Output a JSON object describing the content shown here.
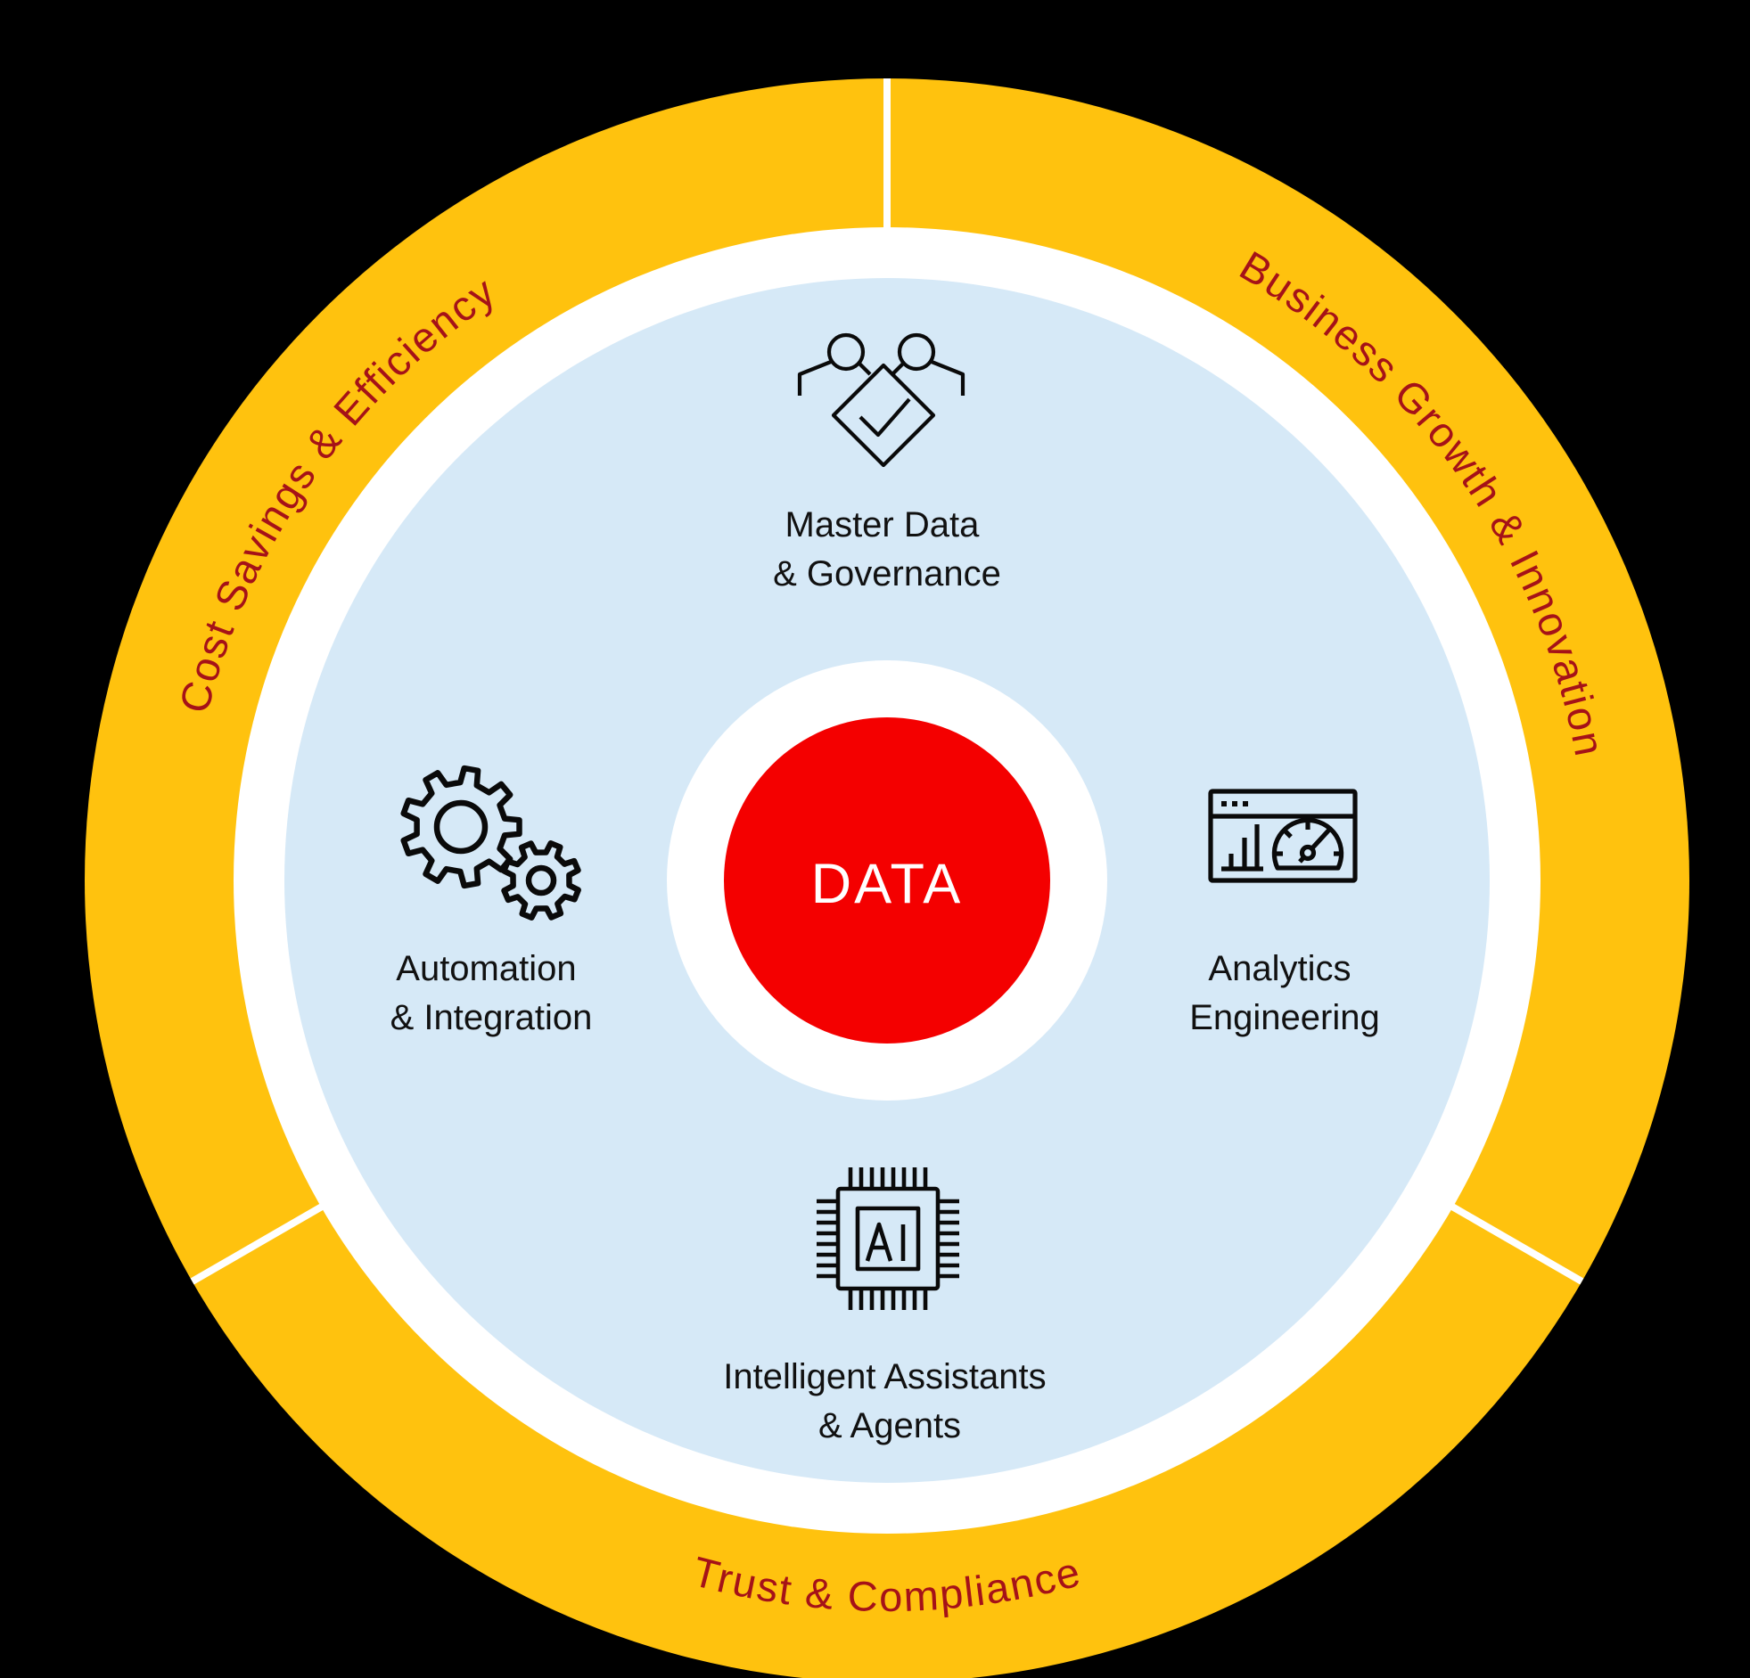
{
  "diagram": {
    "center_label": "DATA",
    "ring_segments": [
      {
        "label": "Cost Savings & Efficiency",
        "position": "upper-left"
      },
      {
        "label": "Business Growth & Innovation",
        "position": "upper-right"
      },
      {
        "label": "Trust & Compliance",
        "position": "bottom"
      }
    ],
    "capabilities": [
      {
        "icon": "people-approval-icon",
        "line1": "Master Data",
        "line2": "& Governance",
        "position": "top"
      },
      {
        "icon": "gears-icon",
        "line1": "Automation",
        "line2": "& Integration",
        "position": "left"
      },
      {
        "icon": "analytics-dashboard-icon",
        "line1": "Analytics",
        "line2": "Engineering",
        "position": "right"
      },
      {
        "icon": "ai-chip-icon",
        "line1": "Intelligent Assistants",
        "line2": "& Agents",
        "position": "bottom"
      }
    ],
    "colors": {
      "background": "#000000",
      "ring_yellow": "#FFC20E",
      "ring_text_red": "#A51218",
      "inner_blue": "#D6E9F7",
      "gap_white": "#FFFFFF",
      "center_red": "#F40000",
      "center_text_white": "#FFFFFF",
      "label_black": "#111111",
      "icon_black": "#0A0A0A"
    }
  }
}
